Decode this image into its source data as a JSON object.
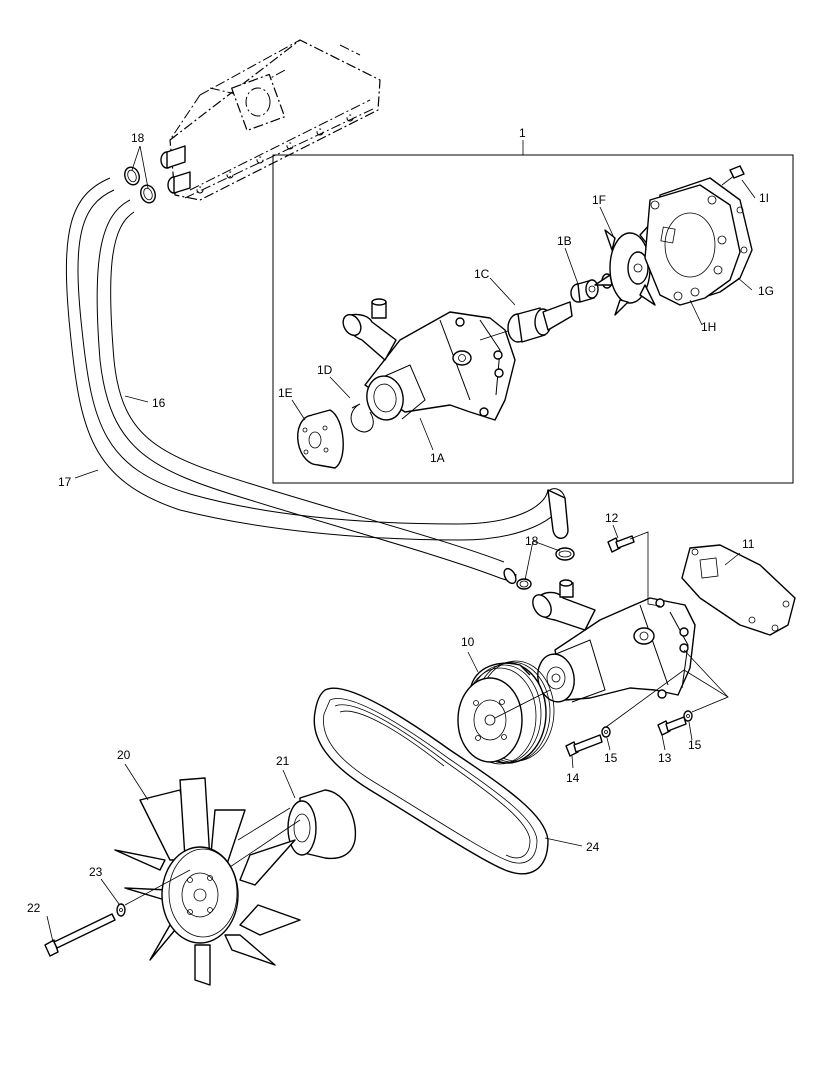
{
  "diagram": {
    "callouts": {
      "c1": "1",
      "c1A": "1A",
      "c1B": "1B",
      "c1C": "1C",
      "c1D": "1D",
      "c1E": "1E",
      "c1F": "1F",
      "c1G": "1G",
      "c1H": "1H",
      "c1I": "1I",
      "c10": "10",
      "c11": "11",
      "c12": "12",
      "c13": "13",
      "c14": "14",
      "c15a": "15",
      "c15b": "15",
      "c16": "16",
      "c17": "17",
      "c18a": "18",
      "c18b": "18",
      "c20": "20",
      "c21": "21",
      "c22": "22",
      "c23": "23",
      "c24": "24"
    }
  }
}
